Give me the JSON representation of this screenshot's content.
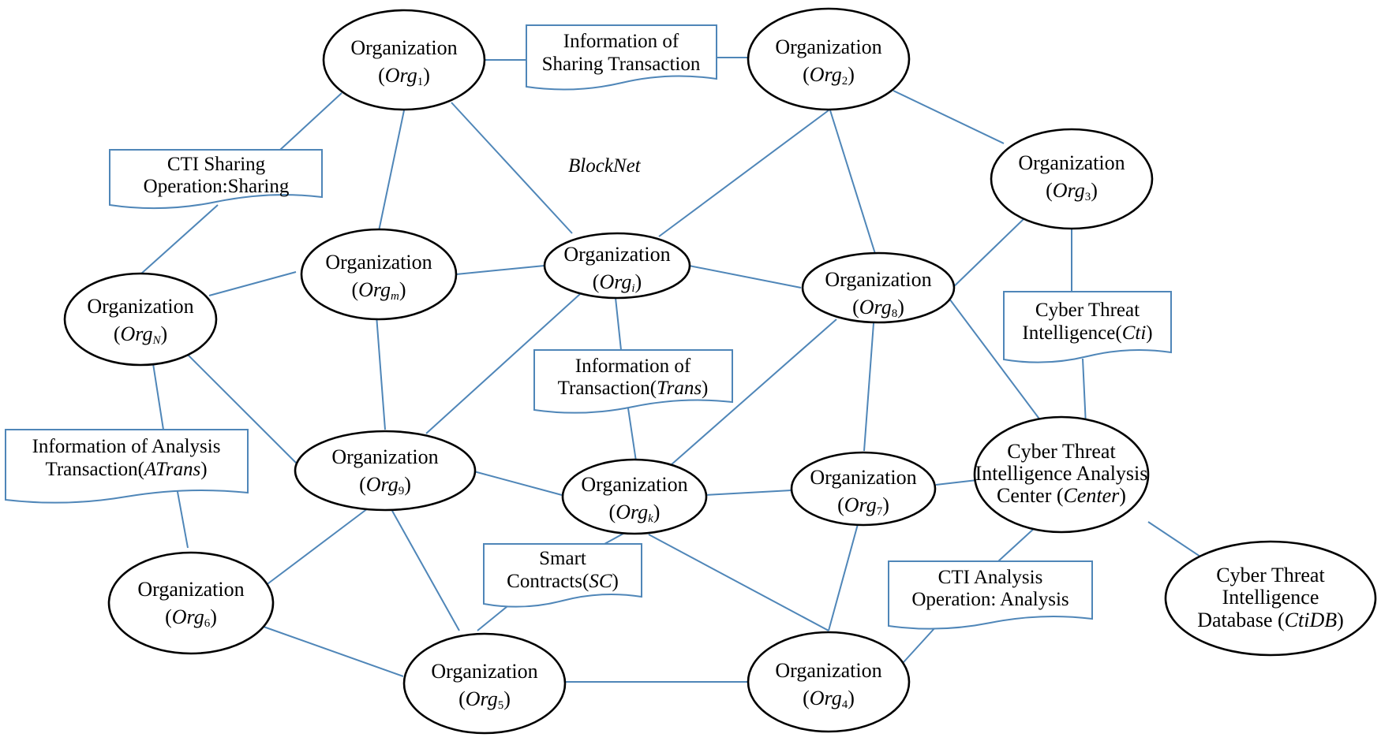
{
  "diagram": {
    "label": "BlockNet",
    "organization_word": "Organization",
    "paren_open": "(",
    "paren_close": ")",
    "org_prefix": "Org",
    "organizations": {
      "org1": {
        "sub": "1"
      },
      "org2": {
        "sub": "2"
      },
      "org3": {
        "sub": "3"
      },
      "orgN": {
        "sub": "N"
      },
      "orgm": {
        "sub": "m"
      },
      "orgi": {
        "sub": "i"
      },
      "org8": {
        "sub": "8"
      },
      "org9": {
        "sub": "9"
      },
      "orgk": {
        "sub": "k"
      },
      "org7": {
        "sub": "7"
      },
      "org6": {
        "sub": "6"
      },
      "org5": {
        "sub": "5"
      },
      "org4": {
        "sub": "4"
      }
    },
    "center": {
      "line1": "Cyber Threat",
      "line2": "Intelligence Analysis",
      "line3_pre": "Center (",
      "line3_it": "Center",
      "line3_post": ")"
    },
    "database": {
      "line1": "Cyber Threat",
      "line2": "Intelligence",
      "line3_pre": "Database (",
      "line3_it": "CtiDB",
      "line3_post": ")"
    },
    "documents": {
      "sharing_transaction": {
        "line1": "Information of",
        "line2": "Sharing Transaction"
      },
      "cti_sharing": {
        "line1": "CTI Sharing",
        "line2": "Operation:Sharing"
      },
      "cti": {
        "line1": "Cyber Threat",
        "line2_pre": "Intelligence(",
        "line2_it": "Cti",
        "line2_post": ")"
      },
      "trans": {
        "line1": "Information of",
        "line2_pre": "Transaction(",
        "line2_it": "Trans",
        "line2_post": ")"
      },
      "atrans": {
        "line1": "Information of Analysis",
        "line2_pre": "Transaction(",
        "line2_it": "ATrans",
        "line2_post": ")"
      },
      "sc": {
        "line1": "Smart",
        "line2_pre": "Contracts(",
        "line2_it": "SC",
        "line2_post": ")"
      },
      "cti_analysis": {
        "line1": "CTI Analysis",
        "line2": "Operation: Analysis"
      }
    },
    "colors": {
      "edge": "#4f86b8",
      "ellipse_stroke": "#000000",
      "background": "#ffffff"
    }
  }
}
